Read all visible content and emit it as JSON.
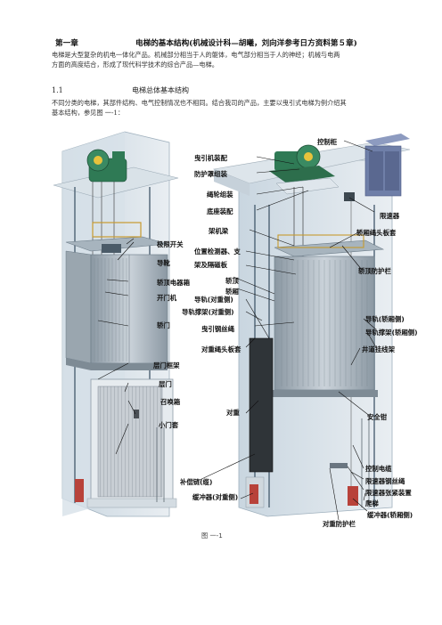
{
  "chapter": {
    "number": "第一章",
    "title": "电梯的基本结构(机械设计科—胡曦，刘向洋参考日方资料第５章)"
  },
  "intro": {
    "line1": "电梯是大型复杂的机电一体化产品。机械部分相当于人的躯体，电气部分相当于人的神经；机械与电两",
    "line2": "方面的高度结合，形成了现代科学技术的综合产品—电梯。"
  },
  "section": {
    "number": "1.1",
    "title": "电梯总体基本结构"
  },
  "section_text": {
    "line1": "不同分类的电梯，其部件结构、电气控制情况也不相同。结合我司的产品，主要以曳引式电梯为例介绍其",
    "line2": "基本结构，参见图 一-1："
  },
  "figure": {
    "caption": "图 一-1",
    "labels": {
      "controller_cabinet": "控制柜",
      "traction_machine": "曳引机装配",
      "guard_cover": "防护罩组装",
      "rope_sheave": "绳轮组装",
      "base_assembly": "底座装配",
      "governor": "限速器",
      "frame_beam": "架机梁",
      "car_rope_hitch": "轿厢绳头板套",
      "limit_switch": "极限开关",
      "position_detector": "位置检测器、支",
      "partition_plate": "架及隔磁板",
      "guide_shoe": "导靴",
      "car_top_electrical": "轿顶电器箱",
      "car_top": "轿顶",
      "car_top_guard": "轿顶防护栏",
      "door_operator": "开门机",
      "car": "轿厢",
      "guide_rail_cw": "导轨(对重侧)",
      "guide_rail_bracket_cw": "导轨撑架(对重侧)",
      "guide_rail_car": "导轨(轿厢侧)",
      "car_door": "轿门",
      "traction_rope": "曳引钢丝绳",
      "guide_rail_bracket_car": "导轨撑架(轿厢侧)",
      "cw_rope_hitch": "对重绳头板套",
      "hoistway_cable_rack": "井道挂线架",
      "landing_door_frame": "层门框架",
      "landing_door": "层门",
      "call_box": "召唤箱",
      "small_door_sill": "小门套",
      "counterweight": "对重",
      "safety_gear": "安全钳",
      "control_cable": "控制电缆",
      "compensation_chain": "补偿链(缆)",
      "governor_rope": "限速器钢丝绳",
      "governor_tension": "限速器张紧装置",
      "buffer_cw": "缓冲器(对重侧)",
      "ladder": "爬梯",
      "buffer_car": "缓冲器(轿厢侧)",
      "cw_guard": "对重防护栏"
    }
  },
  "colors": {
    "steel": "#9fb6c9",
    "steel_dark": "#5d7890",
    "machine_green": "#2f7a55",
    "cabinet_blue": "#6f7fa8",
    "car_wall": "#b9c3cc",
    "buffer_red": "#b8423a"
  }
}
